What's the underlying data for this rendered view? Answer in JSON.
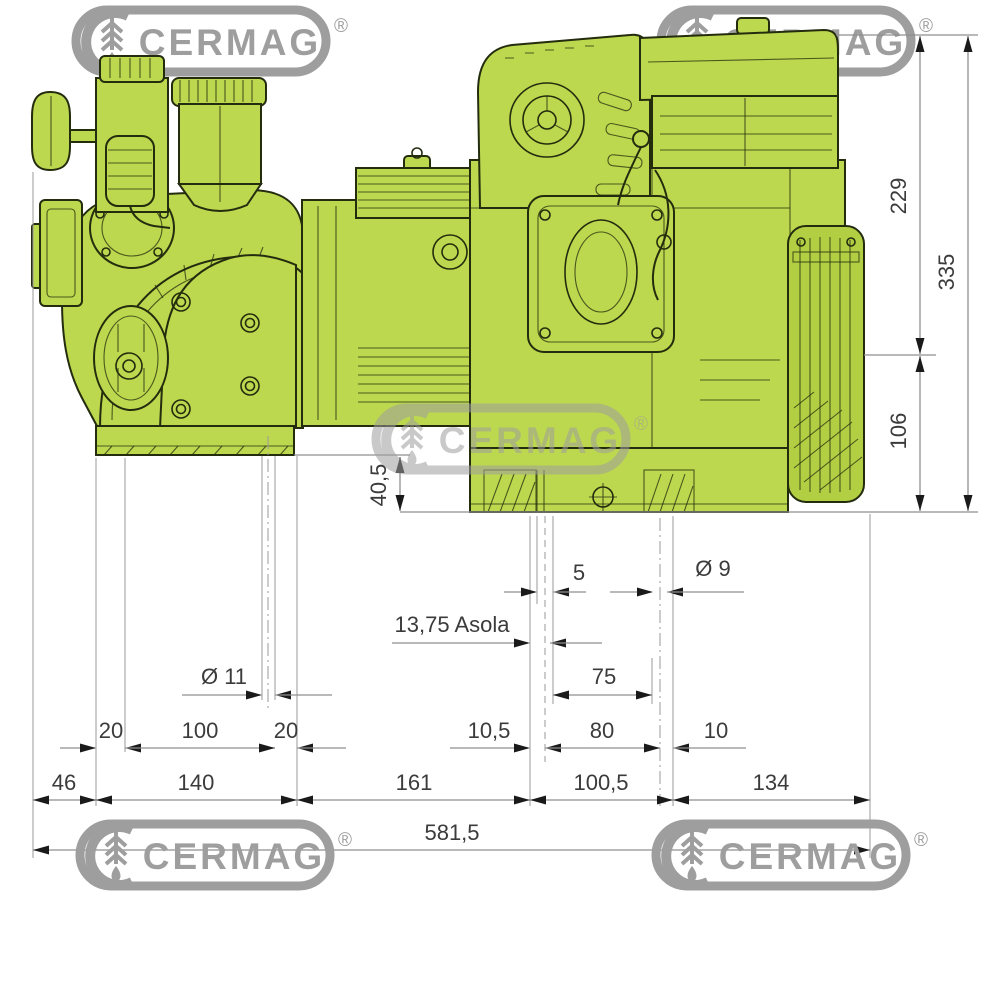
{
  "brand": {
    "name": "CERMAG",
    "registered": "®"
  },
  "colors": {
    "machine_fill": "#bcd84e",
    "machine_outline": "#242c0e",
    "dimension_line": "#8f8f8f",
    "dimension_text": "#3b3b3b",
    "watermark_gray": "#9e9e9e"
  },
  "dimensions": {
    "vertical": [
      {
        "label": "229"
      },
      {
        "label": "335"
      },
      {
        "label": "106"
      },
      {
        "label": "40,5"
      }
    ],
    "detail_top": [
      {
        "label": "5"
      },
      {
        "label": "Ø 9"
      }
    ],
    "slot": {
      "label": "13,75 Asola"
    },
    "hole_pump": {
      "label": "Ø 11"
    },
    "bolt_spacing": {
      "label": "75"
    },
    "row_a": [
      {
        "label": "20"
      },
      {
        "label": "100"
      },
      {
        "label": "20"
      },
      {
        "label": "10,5"
      },
      {
        "label": "80"
      },
      {
        "label": "10"
      }
    ],
    "row_b": [
      {
        "label": "46"
      },
      {
        "label": "140"
      },
      {
        "label": "161"
      },
      {
        "label": "100,5"
      },
      {
        "label": "134"
      }
    ],
    "overall": {
      "label": "581,5"
    }
  }
}
